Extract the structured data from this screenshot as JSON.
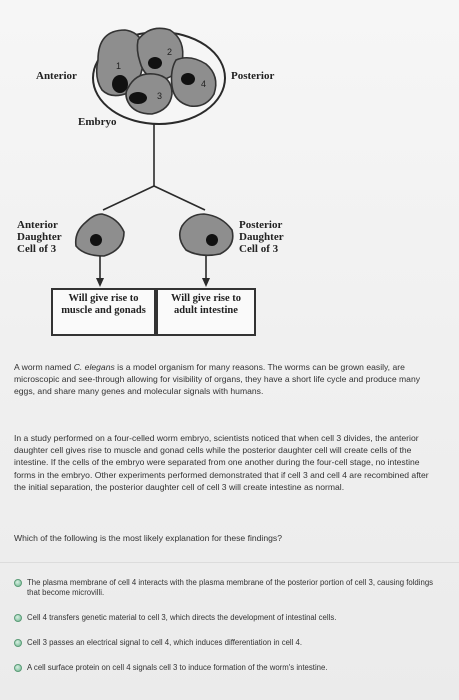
{
  "diagram": {
    "anterior": "Anterior",
    "posterior": "Posterior",
    "embryo": "Embryo",
    "cell_numbers": [
      "1",
      "2",
      "3",
      "4"
    ],
    "anterior_daughter": "Anterior Daughter Cell of 3",
    "posterior_daughter": "Posterior Daughter Cell of 3",
    "box_muscle": "Will give rise to muscle and gonads",
    "box_intestine": "Will give rise to adult intestine"
  },
  "passage": {
    "p1_pre": "A worm named ",
    "p1_italic": "C. elegans",
    "p1_post": " is a model organism for many reasons. The worms can be grown easily, are microscopic and see-through allowing for visibility of organs, they have a short life cycle and produce many eggs, and share many genes and molecular signals with humans.",
    "p2": "In a study performed on a four-celled worm embryo, scientists noticed that when cell 3 divides, the anterior daughter cell gives rise to muscle and gonad cells while the posterior daughter cell will create cells of the intestine. If the cells of the embryo were separated from one another during the four-cell stage, no intestine forms in the embryo. Other experiments performed demonstrated that if cell 3 and cell 4 are recombined after the initial separation, the posterior daughter cell of cell 3 will create intestine as normal.",
    "question": "Which of the following is the most likely explanation for these findings?"
  },
  "options": [
    "The plasma membrane of cell 4 interacts with the plasma membrane of the posterior portion of cell 3, causing foldings that become microvilli.",
    "Cell 4 transfers genetic material to cell 3, which directs the development of intestinal cells.",
    "Cell 3 passes an electrical signal to cell 4, which induces differentiation in cell 4.",
    "A cell surface protein on cell 4 signals cell 3 to induce formation of the worm's intestine."
  ],
  "colors": {
    "cell_fill": "#8e8e8e",
    "nucleus": "#111111",
    "radio": "#8cc7a6"
  }
}
